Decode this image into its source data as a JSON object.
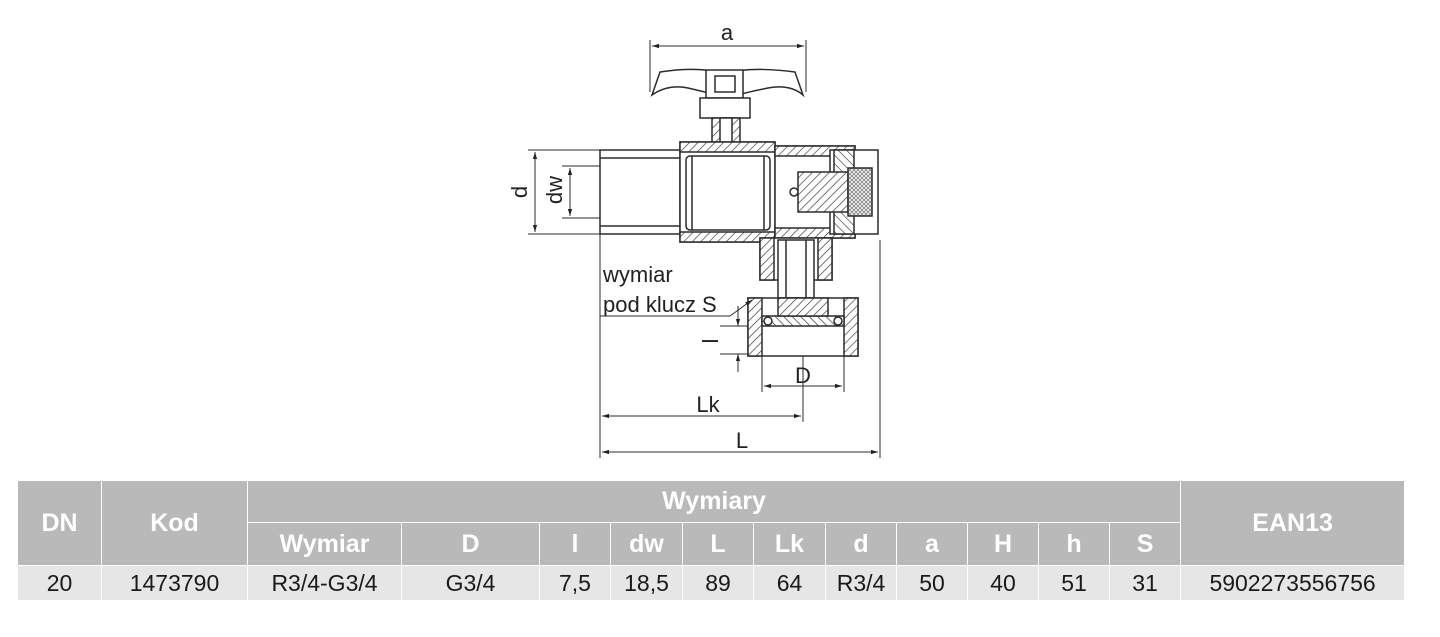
{
  "drawing": {
    "labels": {
      "a": "a",
      "d": "d",
      "dw": "dw",
      "wrench_line1": "wymiar",
      "wrench_line2": "pod klucz S",
      "l": "l",
      "D": "D",
      "Lk": "Lk",
      "L": "L"
    }
  },
  "table": {
    "headers": {
      "dn": "DN",
      "kod": "Kod",
      "wymiary": "Wymiary",
      "ean": "EAN13",
      "sub": [
        "Wymiar",
        "D",
        "l",
        "dw",
        "L",
        "Lk",
        "d",
        "a",
        "H",
        "h",
        "S"
      ]
    },
    "row": {
      "dn": "20",
      "kod": "1473790",
      "values": [
        "R3/4-G3/4",
        "G3/4",
        "7,5",
        "18,5",
        "89",
        "64",
        "R3/4",
        "50",
        "40",
        "51",
        "31"
      ],
      "ean": "5902273556756"
    }
  },
  "colors": {
    "header_bg": "#b9b9b9",
    "header_text": "#ffffff",
    "row_bg": "#e6e6e6",
    "line": "#2b2b2b"
  }
}
